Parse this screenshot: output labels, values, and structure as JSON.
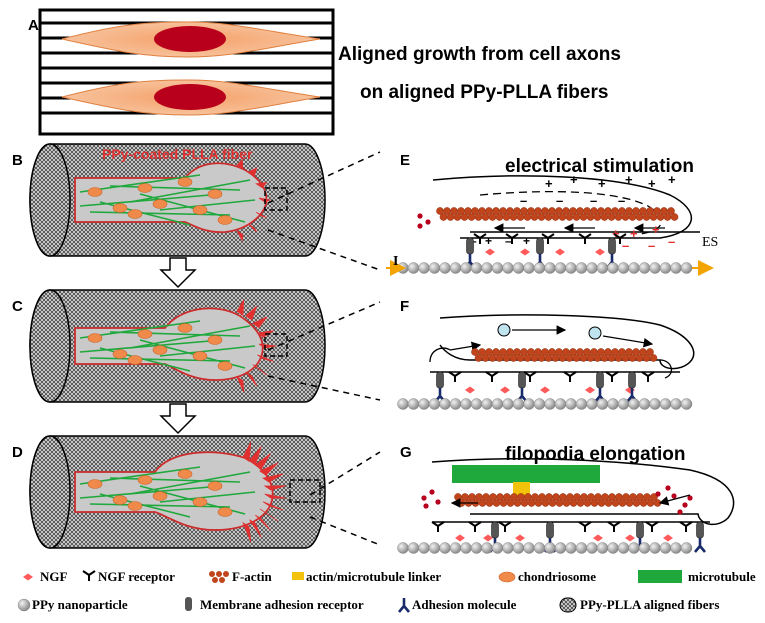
{
  "panels": {
    "A": "A",
    "B": "B",
    "C": "C",
    "D": "D",
    "E": "E",
    "F": "F",
    "G": "G"
  },
  "panel_a": {
    "title_line1": "Aligned growth from cell axons",
    "title_line2": "on aligned PPy-PLLA fibers"
  },
  "panel_b": {
    "fiber_label": "PPy-coated PLLA fiber"
  },
  "panel_e": {
    "title": "electrical stimulation",
    "es_label": "ES",
    "current_label": "I"
  },
  "panel_g": {
    "title": "filopodia elongation"
  },
  "legend": {
    "ngf": "NGF",
    "ngf_receptor": "NGF receptor",
    "f_actin": "F-actin",
    "linker": "actin/microtubule linker",
    "chondriosome": "chondriosome",
    "microtubule": "microtubule",
    "ppy_nanoparticle": "PPy nanoparticle",
    "membrane_adhesion_receptor": "Membrane adhesion receptor",
    "adhesion_molecule": "Adhesion molecule",
    "aligned_fibers": "PPy-PLLA aligned fibers"
  },
  "colors": {
    "cell_orange": "#f08a4b",
    "nucleus": "#b8001c",
    "actin": "#c0451c",
    "green": "#1fa83c",
    "red": "#e03030",
    "linker_yellow": "#f3c20a",
    "adhesion_blue": "#1a2b6b",
    "bead_gray": "#b9b9b9"
  }
}
